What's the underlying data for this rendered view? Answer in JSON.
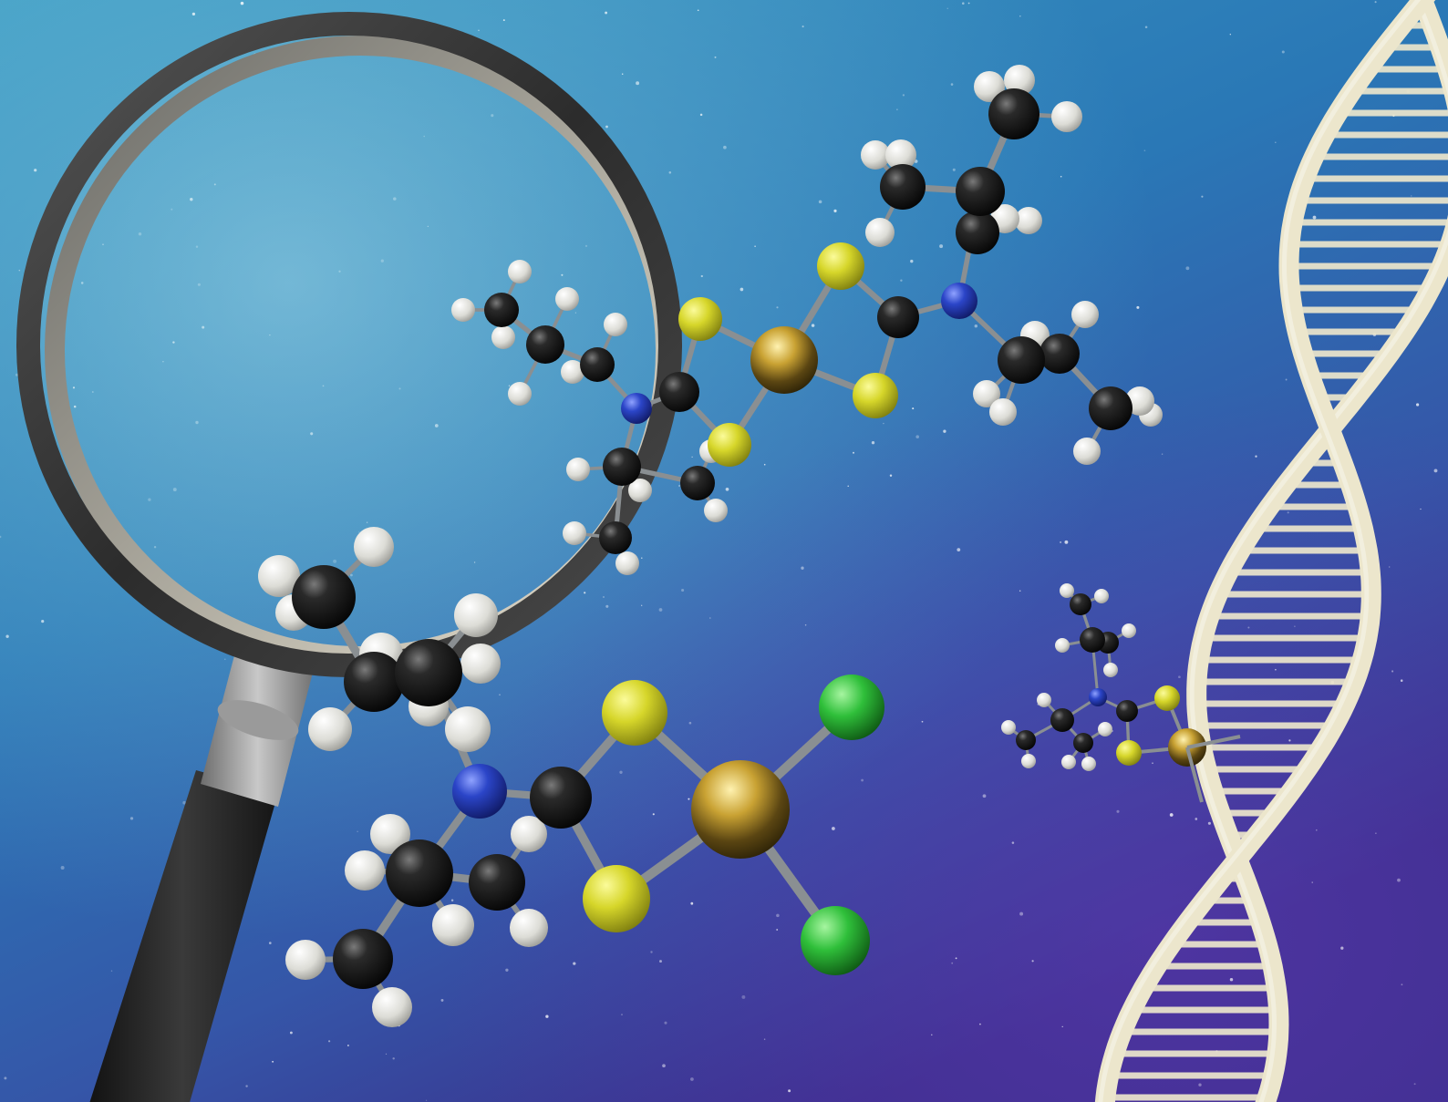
{
  "scene": {
    "subject": "molecular-illustration",
    "elements": [
      "magnifying-glass",
      "dithiocarbamate-metal-complex",
      "dna-double-helix"
    ]
  },
  "colors": {
    "sky_top": "#2f89b4",
    "sky_mid": "#2a6fb0",
    "sky_bottom": "#3b2f8e",
    "carbon": "#141414",
    "hydrogen": "#e4e4e0",
    "nitrogen": "#2b45c8",
    "sulfur": "#d6d62a",
    "gold": "#c9a233",
    "chlorine": "#2fbf3a",
    "dna_strand": "#ece6cc",
    "lens_ring": "#3b3b3b",
    "handle": "#222222"
  },
  "atom_legend": {
    "C": "carbon",
    "H": "hydrogen",
    "N": "nitrogen",
    "S": "sulfur",
    "Au": "gold",
    "Cl": "chlorine"
  }
}
